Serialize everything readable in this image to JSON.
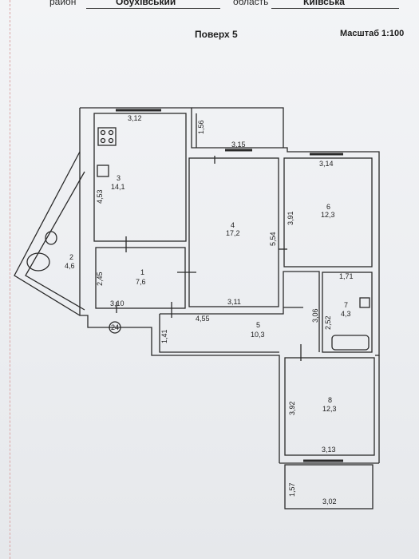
{
  "header": {
    "district_label": "район",
    "district_value": "Обухівський",
    "region_label": "область",
    "region_value": "Київська"
  },
  "floor_title": "Поверх 5",
  "scale": "Масштаб 1:100",
  "stair_marker": "24",
  "rooms": [
    {
      "id": "room-1",
      "number": "1",
      "area": "7,6"
    },
    {
      "id": "room-2",
      "number": "2",
      "area": "4,6"
    },
    {
      "id": "room-3",
      "number": "3",
      "area": "14,1"
    },
    {
      "id": "room-4",
      "number": "4",
      "area": "17,2"
    },
    {
      "id": "room-5",
      "number": "5",
      "area": "10,3"
    },
    {
      "id": "room-6",
      "number": "6",
      "area": "12,3"
    },
    {
      "id": "room-7",
      "number": "7",
      "area": "4,3"
    },
    {
      "id": "room-8",
      "number": "8",
      "area": "12,3"
    }
  ],
  "dimensions": {
    "kitchen_top": "3,12",
    "kitchen_side": "4,53",
    "balcony_top_side": "1,56",
    "balcony_top_width": "3,15",
    "room6_top": "3,14",
    "room6_side": "3,91",
    "room4_side": "5,54",
    "room4_bottom": "3,11",
    "room1_side": "2,45",
    "room1_bottom": "3,10",
    "room7_top": "1,71",
    "room7_side": "2,52",
    "corridor_right": "3,06",
    "corridor_width": "4,55",
    "corridor_left": "1,41",
    "room8_side": "3,92",
    "room8_bottom": "3,13",
    "balcony_bottom_side": "1,57",
    "balcony_bottom_width": "3,02"
  }
}
